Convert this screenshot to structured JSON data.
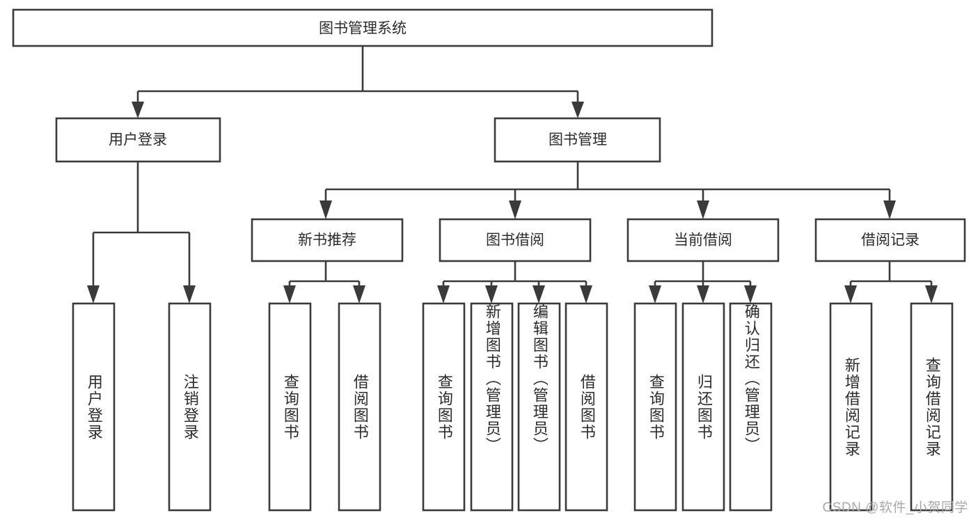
{
  "diagram": {
    "title": "图书管理系统",
    "type": "tree-hierarchy-diagram",
    "watermark": "CSDN @软件_小贺同学",
    "colors": {
      "stroke": "#3a3a3a",
      "box_fill": "#ffffff",
      "text": "#2b2b2b",
      "background": "#ffffff",
      "watermark": "#a8a8a8"
    },
    "root": {
      "label": "图书管理系统"
    },
    "level2": [
      {
        "label": "用户登录"
      },
      {
        "label": "图书管理"
      }
    ],
    "level3": [
      {
        "label": "新书推荐"
      },
      {
        "label": "图书借阅"
      },
      {
        "label": "当前借阅"
      },
      {
        "label": "借阅记录"
      }
    ],
    "leaves": {
      "user_login": [
        {
          "label": "用户登录"
        },
        {
          "label": "注销登录"
        }
      ],
      "new_book_recommend": [
        {
          "label": "查询图书"
        },
        {
          "label": "借阅图书"
        }
      ],
      "book_borrow": [
        {
          "label": "查询图书"
        },
        {
          "label": "新增图书（管理员）"
        },
        {
          "label": "编辑图书（管理员）"
        },
        {
          "label": "借阅图书"
        }
      ],
      "current_borrow": [
        {
          "label": "查询图书"
        },
        {
          "label": "归还图书"
        },
        {
          "label": "确认归还（管理员）"
        }
      ],
      "borrow_record": [
        {
          "label": "新增借阅记录"
        },
        {
          "label": "查询借阅记录"
        }
      ]
    }
  }
}
